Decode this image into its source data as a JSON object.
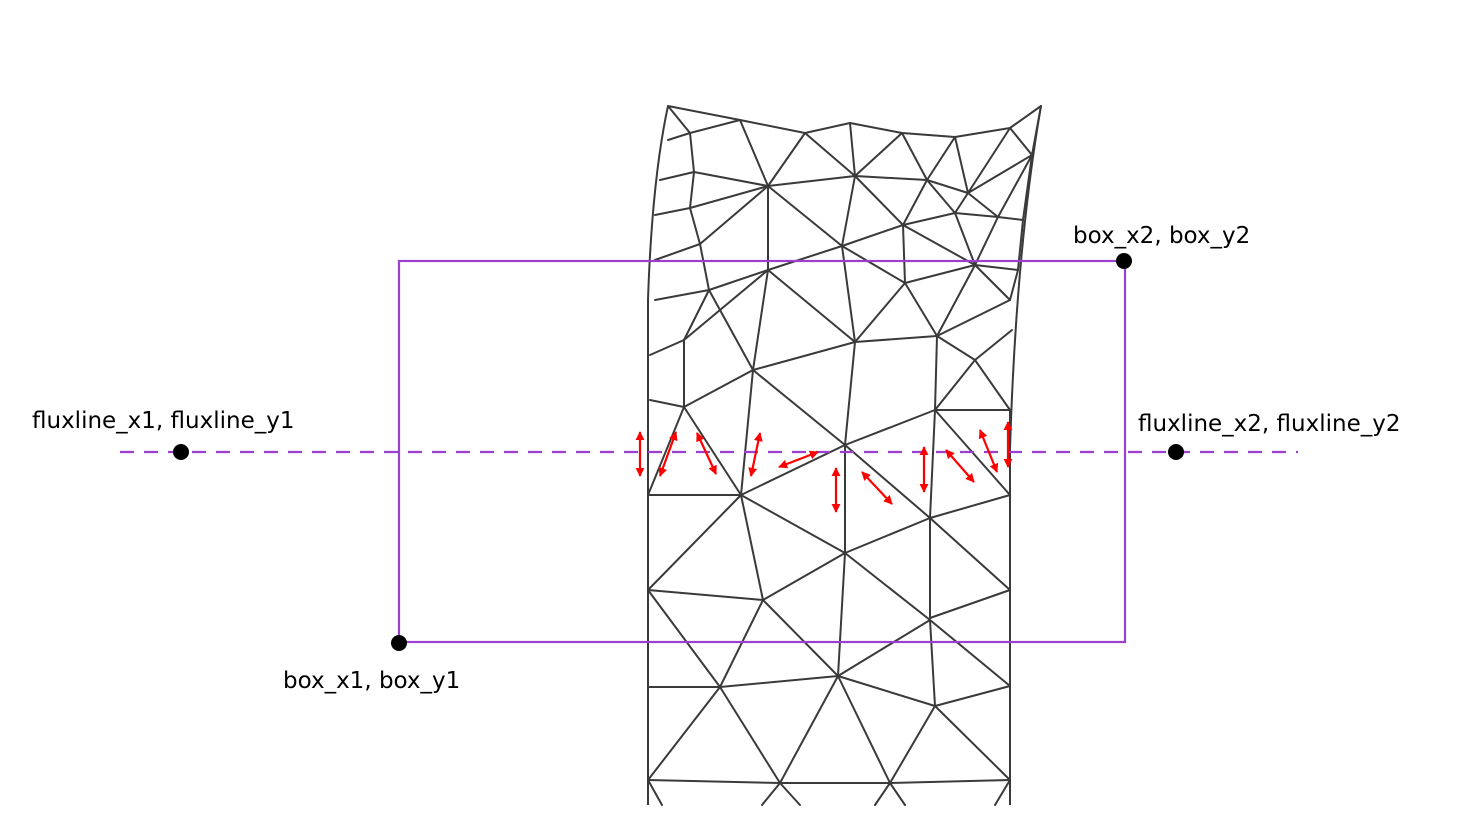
{
  "colors": {
    "mesh": "#3a3a3a",
    "box": "#9b3fd0",
    "fluxline": "#9b3fd0",
    "arrows": "#ff0000",
    "points": "#000000"
  },
  "labels": {
    "box_p1": "box_x1, box_y1",
    "box_p2": "box_x2, box_y2",
    "flux_p1": "fluxline_x1, fluxline_y1",
    "flux_p2": "fluxline_x2, fluxline_y2"
  },
  "elements": {
    "mesh": "triangular mesh strip (curved at top)",
    "box": "rectangle between box_x1, box_y1 and box_x2, box_y2",
    "fluxline": "dashed line between fluxline_x1, fluxline_y1 and fluxline_x2, fluxline_y2",
    "arrows": "red double-headed arrows on mesh edges crossing the fluxline"
  }
}
